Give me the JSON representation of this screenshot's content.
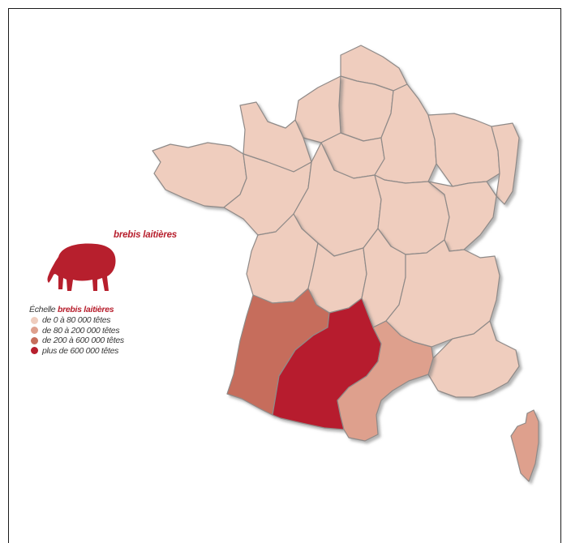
{
  "map": {
    "title": "brebis laitières",
    "legend_prefix": "Échelle",
    "legend_highlight": "brebis laitières",
    "legend": [
      {
        "label": "de 0 à 80 000 têtes",
        "color": "#efcdbe"
      },
      {
        "label": "de 80 à 200 000 têtes",
        "color": "#dea08d"
      },
      {
        "label": "de 200 à 600 000 têtes",
        "color": "#c66d5b"
      },
      {
        "label": "plus de 600 000 têtes",
        "color": "#b71f2d"
      }
    ],
    "accent_color": "#b71f2d",
    "icon": "sheep-icon",
    "regions": [
      {
        "name": "Nord-Pas-de-Calais",
        "class": 0
      },
      {
        "name": "Picardie",
        "class": 0
      },
      {
        "name": "Haute-Normandie",
        "class": 0
      },
      {
        "name": "Basse-Normandie",
        "class": 0
      },
      {
        "name": "Île-de-France",
        "class": 0
      },
      {
        "name": "Champagne-Ardenne",
        "class": 0
      },
      {
        "name": "Lorraine",
        "class": 0
      },
      {
        "name": "Alsace",
        "class": 0
      },
      {
        "name": "Bretagne",
        "class": 0
      },
      {
        "name": "Pays de la Loire",
        "class": 0
      },
      {
        "name": "Centre",
        "class": 0
      },
      {
        "name": "Bourgogne",
        "class": 0
      },
      {
        "name": "Franche-Comté",
        "class": 0
      },
      {
        "name": "Poitou-Charentes",
        "class": 0
      },
      {
        "name": "Limousin",
        "class": 0
      },
      {
        "name": "Auvergne",
        "class": 0
      },
      {
        "name": "Rhône-Alpes",
        "class": 0
      },
      {
        "name": "Provence-Alpes-Côte d'Azur",
        "class": 0
      },
      {
        "name": "Aquitaine",
        "class": 2
      },
      {
        "name": "Midi-Pyrénées",
        "class": 3
      },
      {
        "name": "Languedoc-Roussillon",
        "class": 1
      },
      {
        "name": "Corse",
        "class": 1
      }
    ]
  }
}
